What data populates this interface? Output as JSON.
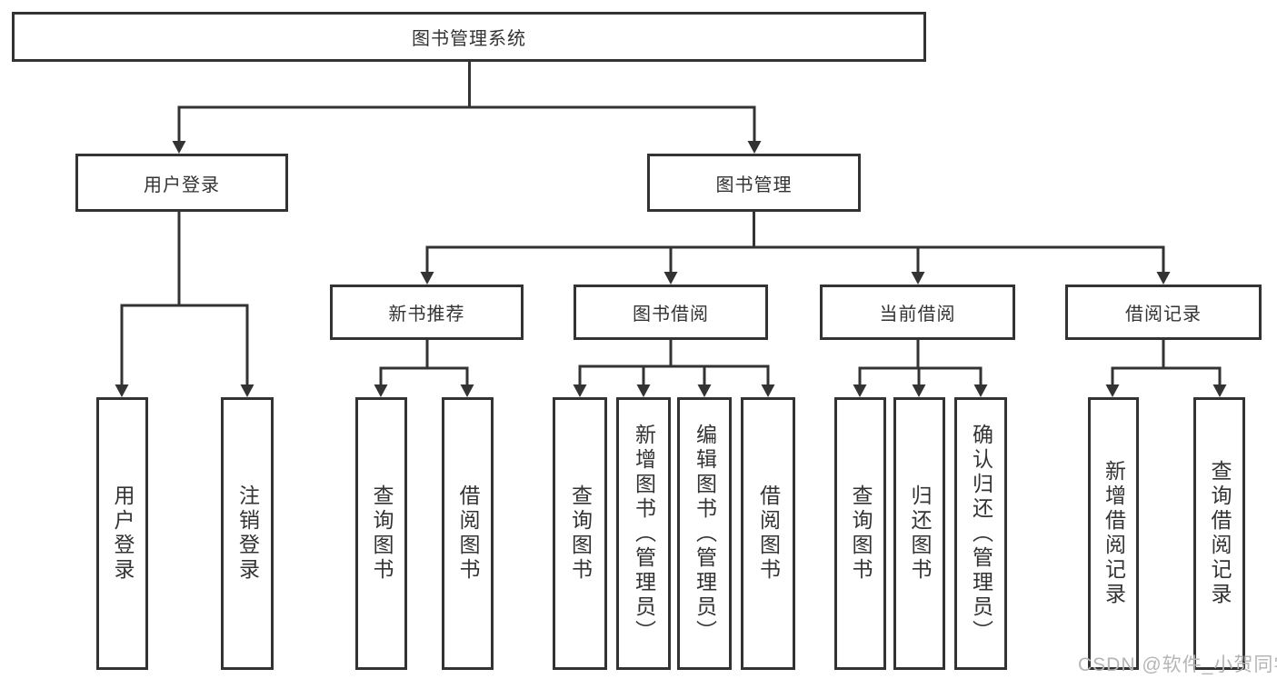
{
  "title": "图书管理系统",
  "watermark": "CSDN @软件_小贺同学",
  "colors": {
    "line": "#333333",
    "box_border": "#333333",
    "box_background": "#ffffff",
    "watermark_gray": "#b5b5b5"
  },
  "nodes": {
    "root": "图书管理系统",
    "user_login": "用户登录",
    "book_mgmt": "图书管理",
    "new_rec": "新书推荐",
    "borrow": "图书借阅",
    "current": "当前借阅",
    "records": "借阅记录",
    "a1": "用户登录",
    "a2": "注销登录",
    "b1": "查询图书",
    "b2": "借阅图书",
    "c1": "查询图书",
    "c2": "新增图书（管理员）",
    "c3": "编辑图书（管理员）",
    "c4": "借阅图书",
    "d1": "查询图书",
    "d2": "归还图书",
    "d3": "确认归还（管理员）",
    "e1": "新增借阅记录",
    "e2": "查询借阅记录"
  },
  "hierarchy": {
    "图书管理系统": {
      "用户登录": [
        "用户登录",
        "注销登录"
      ],
      "图书管理": {
        "新书推荐": [
          "查询图书",
          "借阅图书"
        ],
        "图书借阅": [
          "查询图书",
          "新增图书（管理员）",
          "编辑图书（管理员）",
          "借阅图书"
        ],
        "当前借阅": [
          "查询图书",
          "归还图书",
          "确认归还（管理员）"
        ],
        "借阅记录": [
          "新增借阅记录",
          "查询借阅记录"
        ]
      }
    }
  }
}
